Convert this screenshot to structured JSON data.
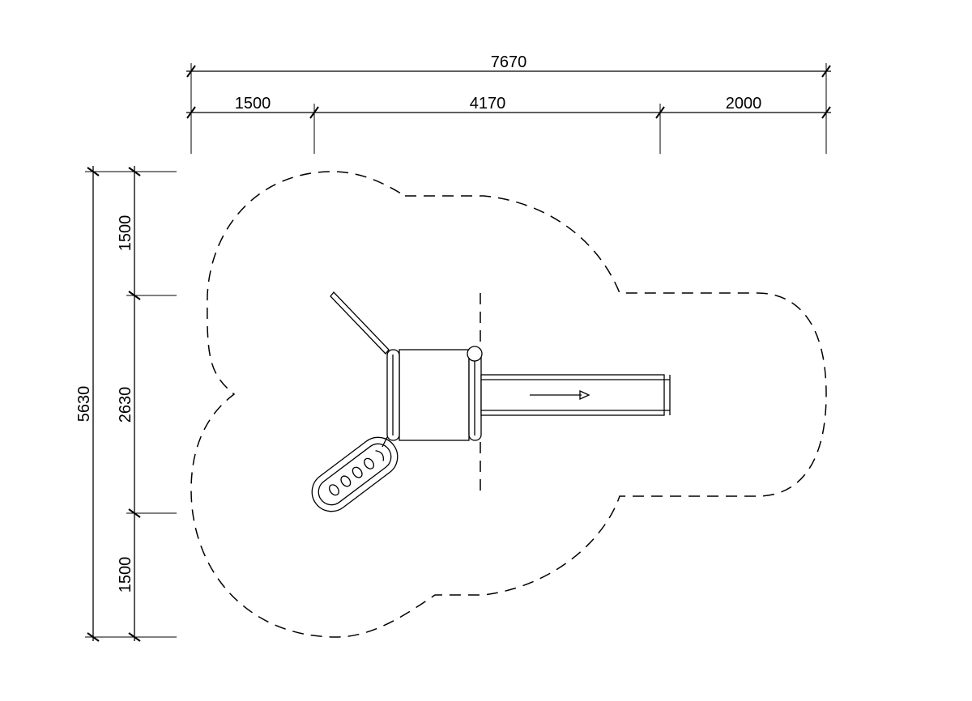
{
  "dimensions": {
    "top_total": "7670",
    "top_left": "1500",
    "top_middle": "4170",
    "top_right": "2000",
    "left_total": "5630",
    "left_top": "1500",
    "left_middle": "2630",
    "left_bottom": "1500"
  }
}
